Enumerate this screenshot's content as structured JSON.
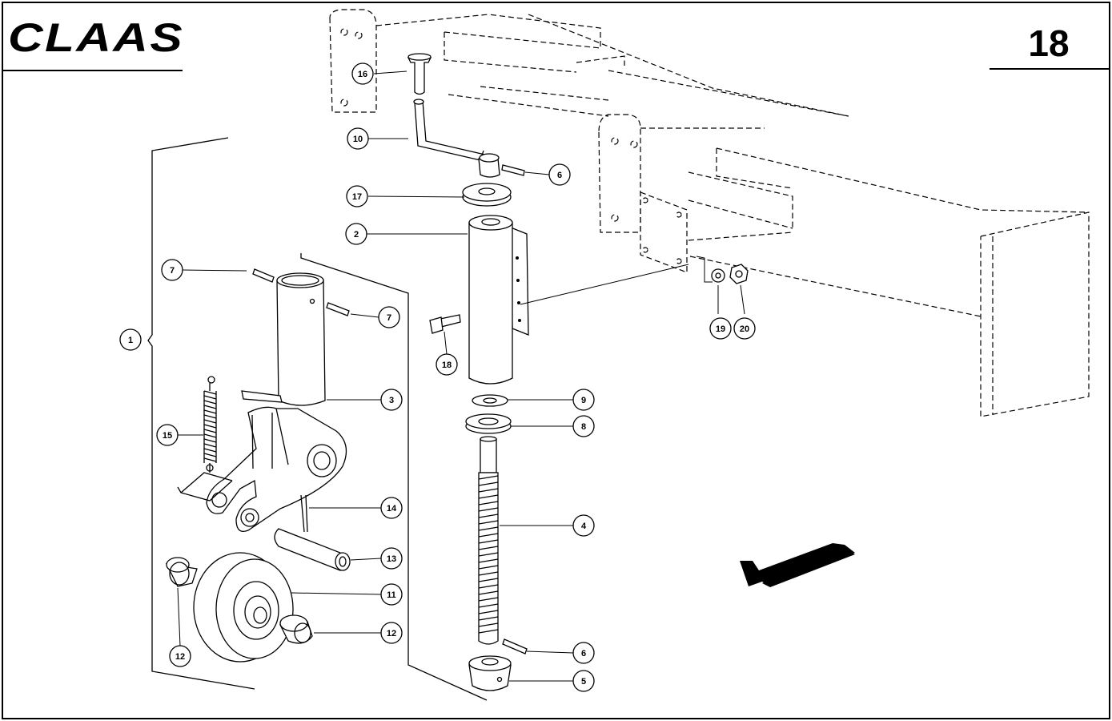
{
  "header": {
    "logo": "CLAAS",
    "page_number": "18"
  },
  "callouts": {
    "c1": "1",
    "c2": "2",
    "c3": "3",
    "c4": "4",
    "c5": "5",
    "c6a": "6",
    "c6b": "6",
    "c7a": "7",
    "c7b": "7",
    "c8": "8",
    "c9": "9",
    "c10": "10",
    "c11": "11",
    "c12a": "12",
    "c12b": "12",
    "c13": "13",
    "c14": "14",
    "c15": "15",
    "c16": "16",
    "c17": "17",
    "c18": "18",
    "c19": "19",
    "c20": "20"
  },
  "icons": {
    "direction": "direction-arrow-icon"
  }
}
